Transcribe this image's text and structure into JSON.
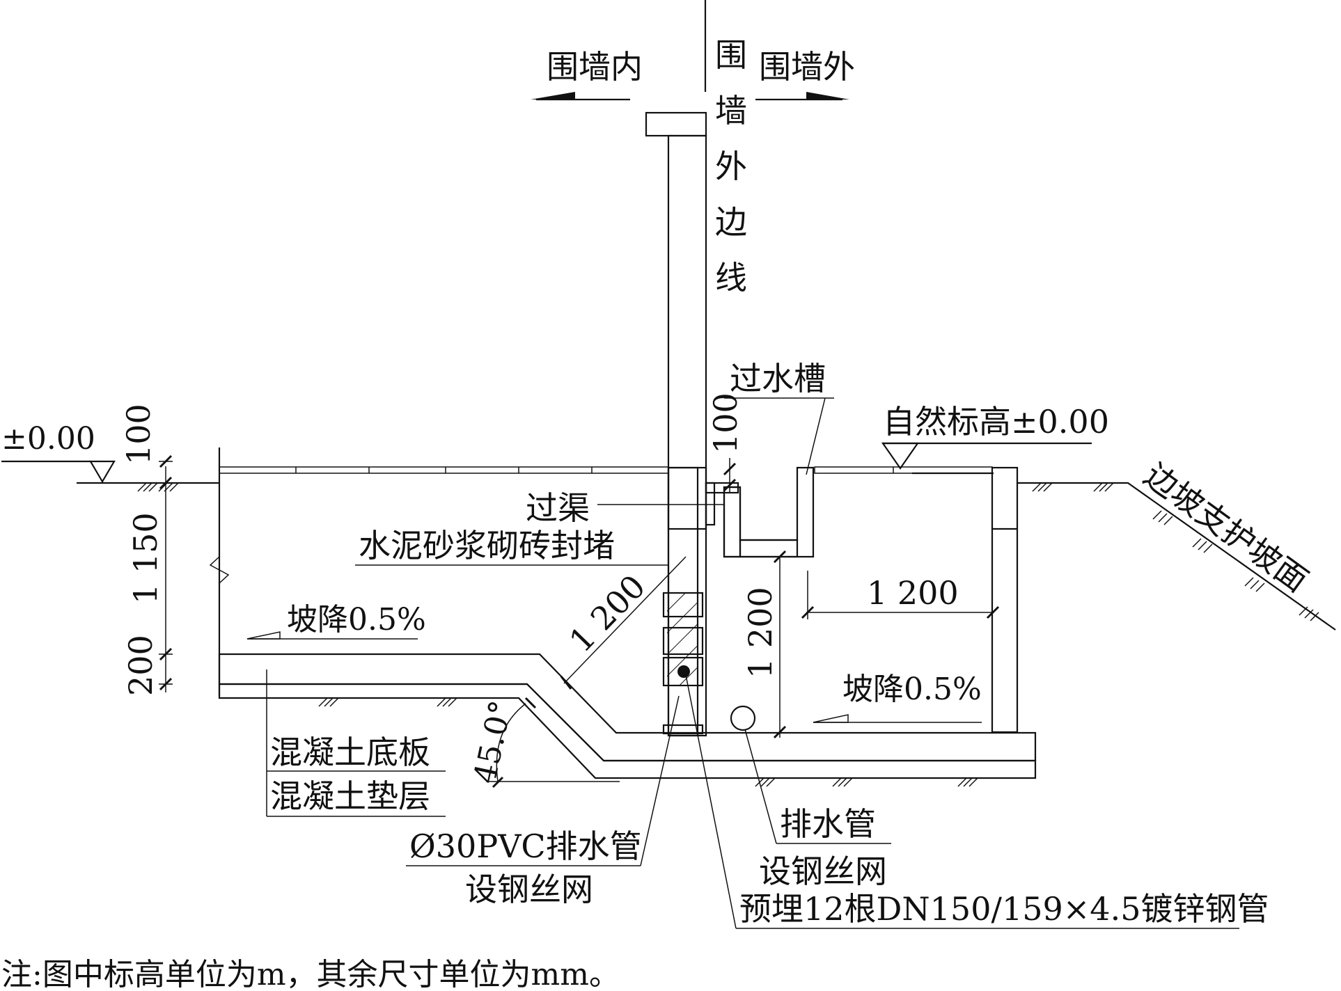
{
  "colors": {
    "ink": "#111111",
    "paper": "#ffffff"
  },
  "labels": {
    "inside": "围墙内",
    "outside": "围墙外",
    "wall_line": [
      "围",
      "墙",
      "外",
      "边",
      "线"
    ],
    "trough": "过水槽",
    "natural_elev": "自然标高±0.00",
    "elev_left": "±0.00",
    "channel": "过渠",
    "seal": "水泥砂浆砌砖封堵",
    "slope_top": "坡降0.5%",
    "slope_right": "坡降0.5%",
    "slope_face": "边坡支护坡面",
    "slab": "混凝土底板",
    "cushion": "混凝土垫层",
    "pvc": "Ø30PVC排水管",
    "mesh1": "设钢丝网",
    "drain": "排水管",
    "mesh2": "设钢丝网",
    "pipes": "预埋12根DN150/159×4.5镀锌钢管",
    "note": "注:图中标高单位为m，其余尺寸单位为mm。"
  },
  "dims": {
    "d100_left": "100",
    "d1150": "1 150",
    "d200": "200",
    "d100_mid": "100",
    "d1200_diag": "1 200",
    "d1200_vert": "1 200",
    "d1200_horiz": "1 200",
    "angle": "45.0°"
  }
}
